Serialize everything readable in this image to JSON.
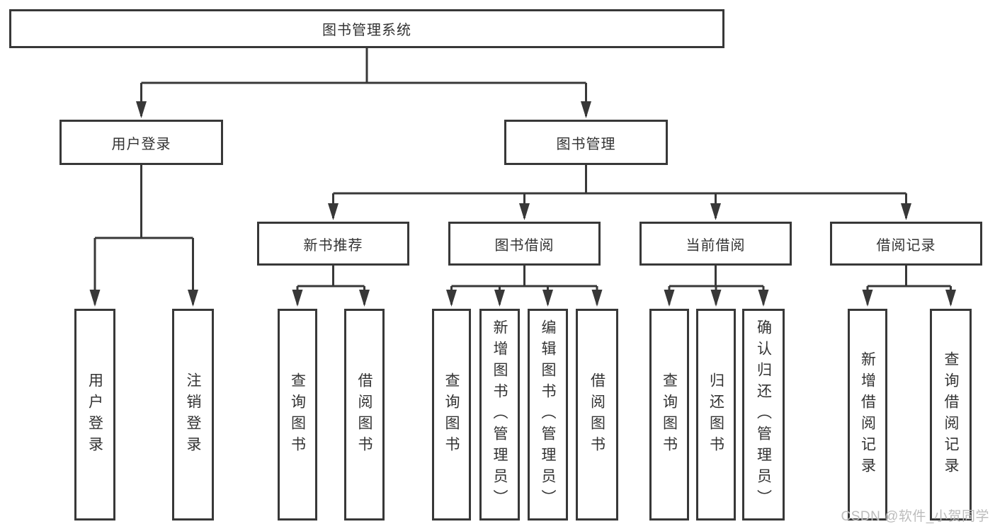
{
  "tree": {
    "label": "图书管理系统",
    "children": [
      {
        "label": "用户登录",
        "children": [
          {
            "label": "用户登录"
          },
          {
            "label": "注销登录"
          }
        ]
      },
      {
        "label": "图书管理",
        "children": [
          {
            "label": "新书推荐",
            "children": [
              {
                "label": "查询图书"
              },
              {
                "label": "借阅图书"
              }
            ]
          },
          {
            "label": "图书借阅",
            "children": [
              {
                "label": "查询图书"
              },
              {
                "label": "新增图书（管理员）"
              },
              {
                "label": "编辑图书（管理员）"
              },
              {
                "label": "借阅图书"
              }
            ]
          },
          {
            "label": "当前借阅",
            "children": [
              {
                "label": "查询图书"
              },
              {
                "label": "归还图书"
              },
              {
                "label": "确认归还（管理员）"
              }
            ]
          },
          {
            "label": "借阅记录",
            "children": [
              {
                "label": "新增借阅记录"
              },
              {
                "label": "查询借阅记录"
              }
            ]
          }
        ]
      }
    ]
  },
  "watermark": {
    "text": "CSDN @软件_小贺同学"
  },
  "colors": {
    "line": "#383838",
    "box_border": "#383838",
    "text": "#333333",
    "background": "#ffffff",
    "watermark": "#bcbcbc"
  }
}
